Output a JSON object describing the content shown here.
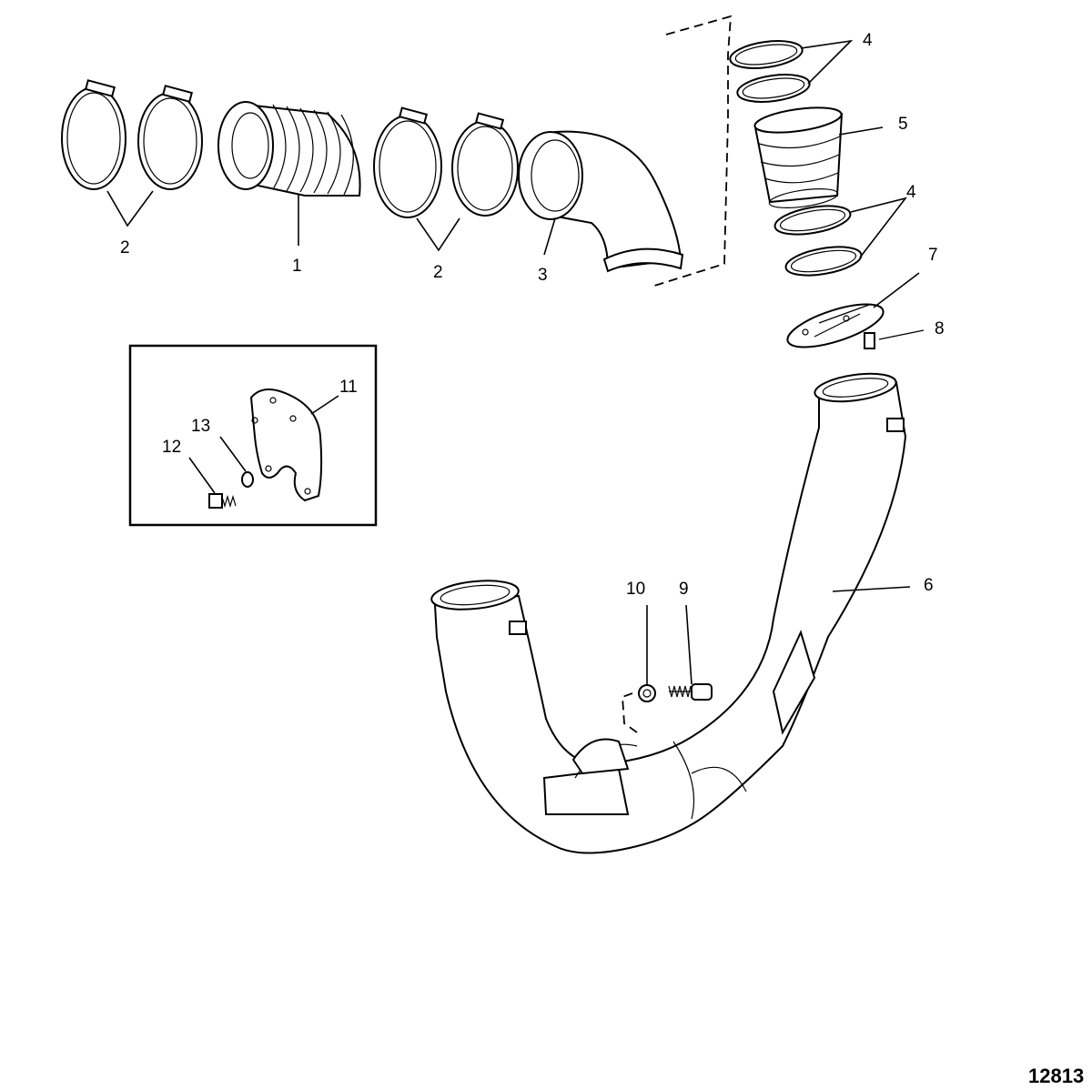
{
  "callouts": {
    "c1": "1",
    "c2a": "2",
    "c2b": "2",
    "c3": "3",
    "c4a": "4",
    "c4b": "4",
    "c5": "5",
    "c6": "6",
    "c7": "7",
    "c8": "8",
    "c9": "9",
    "c10": "10",
    "c11": "11",
    "c12": "12",
    "c13": "13"
  },
  "figure_number": "12813"
}
